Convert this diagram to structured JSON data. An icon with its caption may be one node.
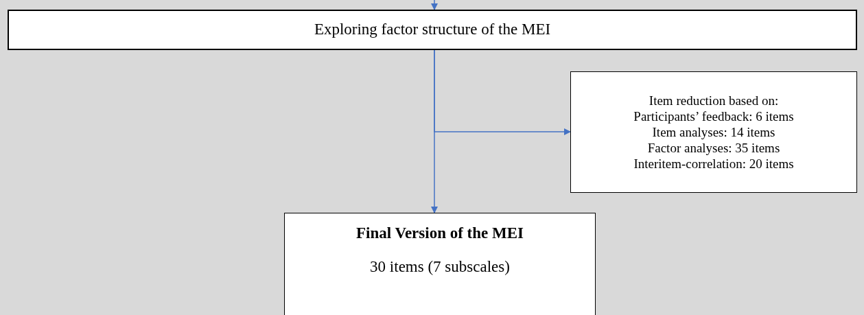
{
  "diagram": {
    "nodes": [
      {
        "text": [
          "Exploring factor structure of the MEI"
        ]
      },
      {
        "text": [
          "Item reduction based on:",
          "Participants’ feedback: 6 items",
          "Item analyses: 14 items",
          "Factor analyses: 35 items",
          "Interitem-correlation: 20 items"
        ]
      },
      {
        "text": [
          "Final Version of the MEI",
          "30 items (7 subscales)"
        ]
      }
    ],
    "edges": [
      {
        "from": null,
        "to": 0,
        "arrow": "to"
      },
      {
        "from": 0,
        "to": 1,
        "arrow": "to"
      },
      {
        "from": 0,
        "to": 2,
        "arrow": "to"
      }
    ]
  }
}
